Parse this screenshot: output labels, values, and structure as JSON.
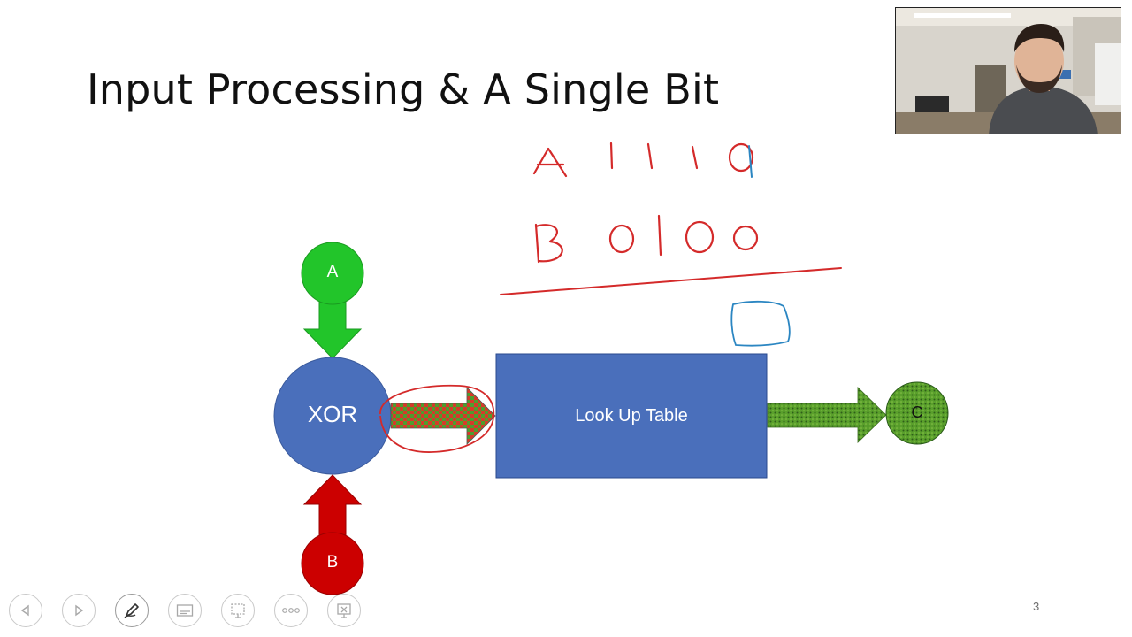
{
  "slide": {
    "title": "Input Processing & A Single Bit",
    "page_number": "3"
  },
  "diagram": {
    "node_a": "A",
    "node_xor": "XOR",
    "node_b": "B",
    "lookup_table": "Look Up Table",
    "node_c": "C"
  },
  "colors": {
    "green": "#22c52a",
    "red": "#cc0000",
    "blue": "#4a6fbb",
    "ink_red": "#d42a2a",
    "ink_blue": "#2b86c2"
  },
  "toolbar": {
    "buttons": [
      "previous-icon",
      "next-icon",
      "pen-icon",
      "subtitles-icon",
      "slides-icon",
      "more-icon",
      "end-show-icon"
    ]
  }
}
